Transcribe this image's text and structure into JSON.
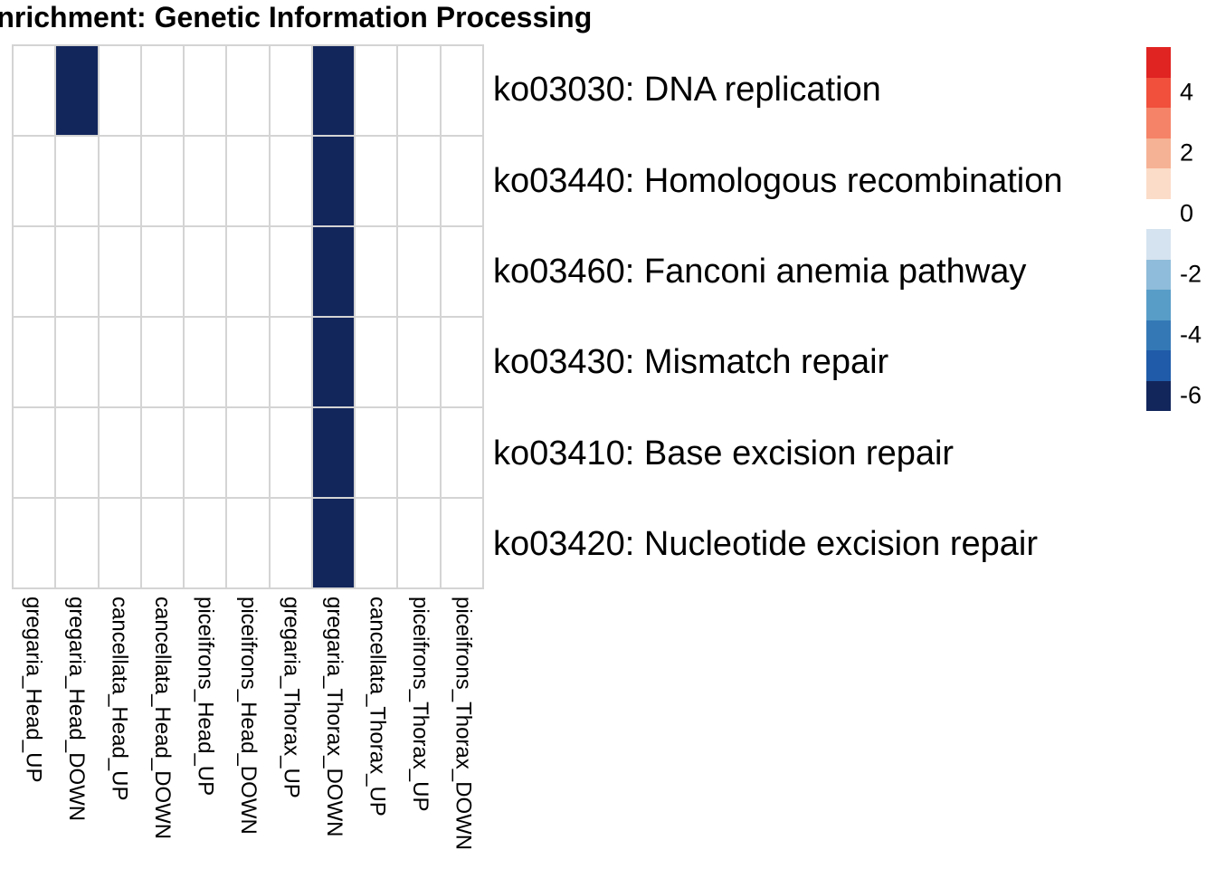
{
  "title": "Enrichment: Genetic Information Processing",
  "chart_data": {
    "type": "heatmap",
    "title": "Enrichment: Genetic Information Processing",
    "columns": [
      "gregaria_Head_UP",
      "gregaria_Head_DOWN",
      "cancellata_Head_UP",
      "cancellata_Head_DOWN",
      "piceifrons_Head_UP",
      "piceifrons_Head_DOWN",
      "gregaria_Thorax_UP",
      "gregaria_Thorax_DOWN",
      "cancellata_Thorax_UP",
      "piceifrons_Thorax_UP",
      "piceifrons_Thorax_DOWN"
    ],
    "rows": [
      "ko03030: DNA replication",
      "ko03440: Homologous recombination",
      "ko03460: Fanconi anemia pathway",
      "ko03430: Mismatch repair",
      "ko03410: Base excision repair",
      "ko03420: Nucleotide excision repair"
    ],
    "values": [
      [
        null,
        -6,
        null,
        null,
        null,
        null,
        null,
        -6,
        null,
        null,
        null
      ],
      [
        null,
        null,
        null,
        null,
        null,
        null,
        null,
        -6,
        null,
        null,
        null
      ],
      [
        null,
        null,
        null,
        null,
        null,
        null,
        null,
        -6,
        null,
        null,
        null
      ],
      [
        null,
        null,
        null,
        null,
        null,
        null,
        null,
        -6,
        null,
        null,
        null
      ],
      [
        null,
        null,
        null,
        null,
        null,
        null,
        null,
        -6,
        null,
        null,
        null
      ],
      [
        null,
        null,
        null,
        null,
        null,
        null,
        null,
        -6,
        null,
        null,
        null
      ]
    ],
    "empty_cell_color": "#ffffff",
    "filled_cell_color": "#12265c",
    "gridline_color": "#d4d4d4",
    "grid": true,
    "legend": {
      "position": "right",
      "bins": [
        5,
        4,
        3,
        2,
        1,
        0,
        -1,
        -2,
        -3,
        -4,
        -5,
        -6
      ],
      "colors": [
        "#e02422",
        "#f0503c",
        "#f58367",
        "#f6b294",
        "#fbdcc8",
        "#ffffff",
        "#d5e3f0",
        "#8fbcda",
        "#589dc8",
        "#3479b6",
        "#1f5ba8",
        "#12265c"
      ],
      "tick_labels": [
        "4",
        "2",
        "0",
        "-2",
        "-4",
        "-6"
      ],
      "tick_bin_index": [
        1,
        3,
        5,
        7,
        9,
        11
      ]
    }
  }
}
